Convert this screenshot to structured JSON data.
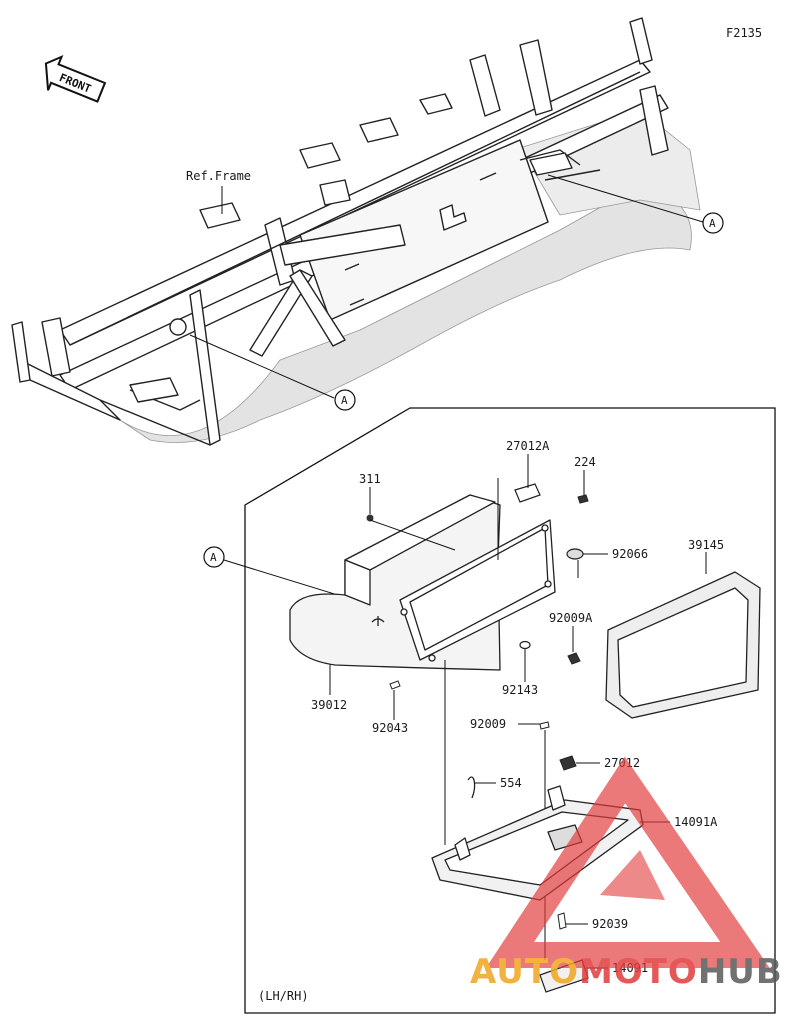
{
  "figure_code": "F2135",
  "front_label": "FRONT",
  "ref_frame_label": "Ref.Frame",
  "callout_a": "A",
  "variant_label": "(LH/RH)",
  "parts": [
    {
      "id": "part-27012a",
      "number": "27012A"
    },
    {
      "id": "part-224",
      "number": "224"
    },
    {
      "id": "part-311",
      "number": "311"
    },
    {
      "id": "part-92066",
      "number": "92066"
    },
    {
      "id": "part-39145",
      "number": "39145"
    },
    {
      "id": "part-92009a",
      "number": "92009A"
    },
    {
      "id": "part-92143",
      "number": "92143"
    },
    {
      "id": "part-39012",
      "number": "39012"
    },
    {
      "id": "part-92043",
      "number": "92043"
    },
    {
      "id": "part-92009",
      "number": "92009"
    },
    {
      "id": "part-27012",
      "number": "27012"
    },
    {
      "id": "part-554",
      "number": "554"
    },
    {
      "id": "part-14091a",
      "number": "14091A"
    },
    {
      "id": "part-92039",
      "number": "92039"
    },
    {
      "id": "part-14091",
      "number": "14091"
    }
  ],
  "watermark": {
    "part1": "AUTO",
    "part2": "MOTO",
    "part3": "HUB",
    "color_orange": "#f2a51e",
    "color_red": "#e23b3b",
    "color_grey": "#5a5a5a"
  }
}
